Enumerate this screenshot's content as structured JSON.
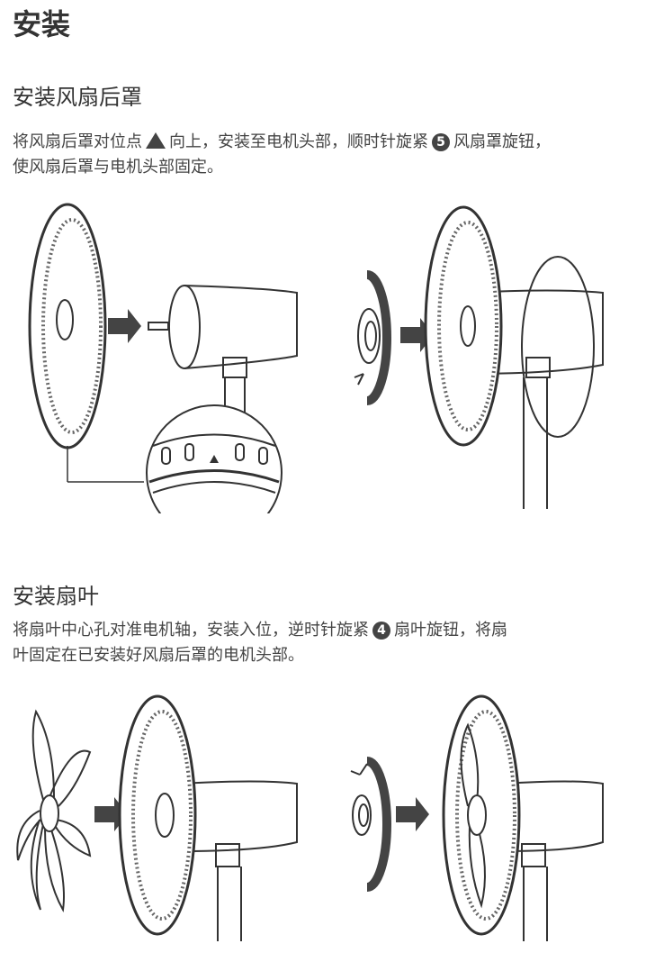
{
  "title": "安装",
  "section1": {
    "heading": "安装风扇后罩",
    "text_a": "将风扇后罩对位点",
    "text_b": "向上，安装至电机头部，顺时针旋紧",
    "badge": "5",
    "text_c": "风扇罩旋钮，",
    "text_d": "使风扇后罩与电机头部固定。"
  },
  "section2": {
    "heading": "安装扇叶",
    "text_a": "将扇叶中心孔对准电机轴，安装入位，逆时针旋紧",
    "badge": "4",
    "text_b": "扇叶旋钮，将扇",
    "text_c": "叶固定在已安装好风扇后罩的电机头部。"
  }
}
